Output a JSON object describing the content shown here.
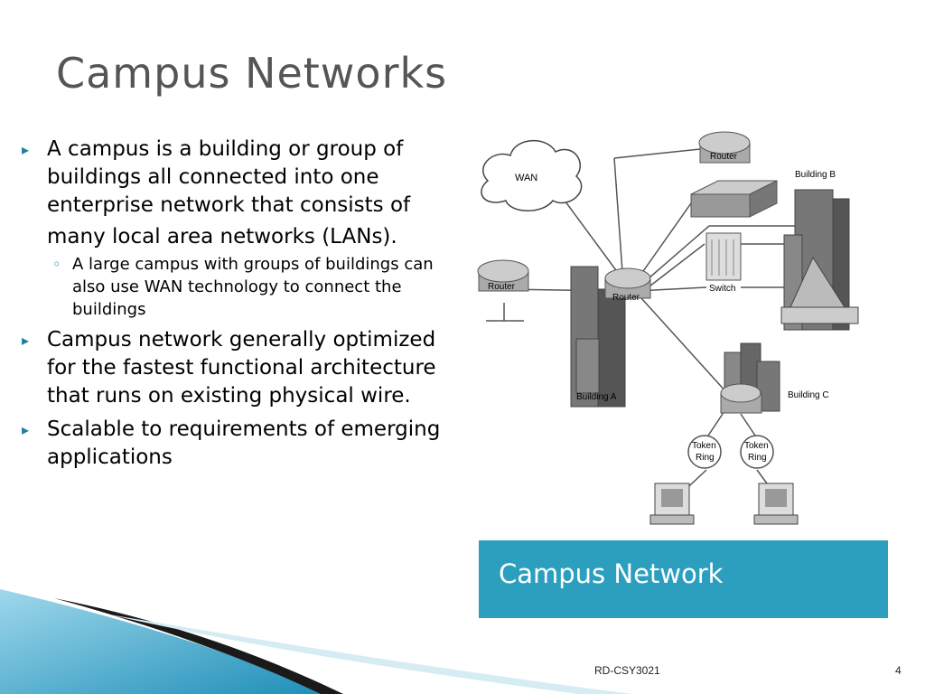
{
  "slide": {
    "title": "Campus Networks",
    "bullets": [
      {
        "text": " A campus is a building or group of buildings all connected into one enterprise network that consists of",
        "continuation": "many local area networks (LANs)."
      },
      {
        "text": "A large campus with groups of buildings can also use WAN technology to connect the buildings"
      },
      {
        "text": "Campus network generally optimized for the fastest functional architecture that runs on existing physical wire."
      },
      {
        "text": "Scalable to requirements of emerging applications"
      }
    ],
    "caption": "Campus Network",
    "footer_center": "RD-CSY3021",
    "page_number": "4",
    "accent_color": "#2c9fbf"
  },
  "diagram": {
    "labels": {
      "wan": "WAN",
      "router_top": "Router",
      "router_left": "Router",
      "router_center": "Router",
      "switch": "Switch",
      "building_a": "Building A",
      "building_b": "Building B",
      "building_c": "Building C",
      "token_ring_1_line1": "Token",
      "token_ring_1_line2": "Ring",
      "token_ring_2_line1": "Token",
      "token_ring_2_line2": "Ring"
    }
  }
}
